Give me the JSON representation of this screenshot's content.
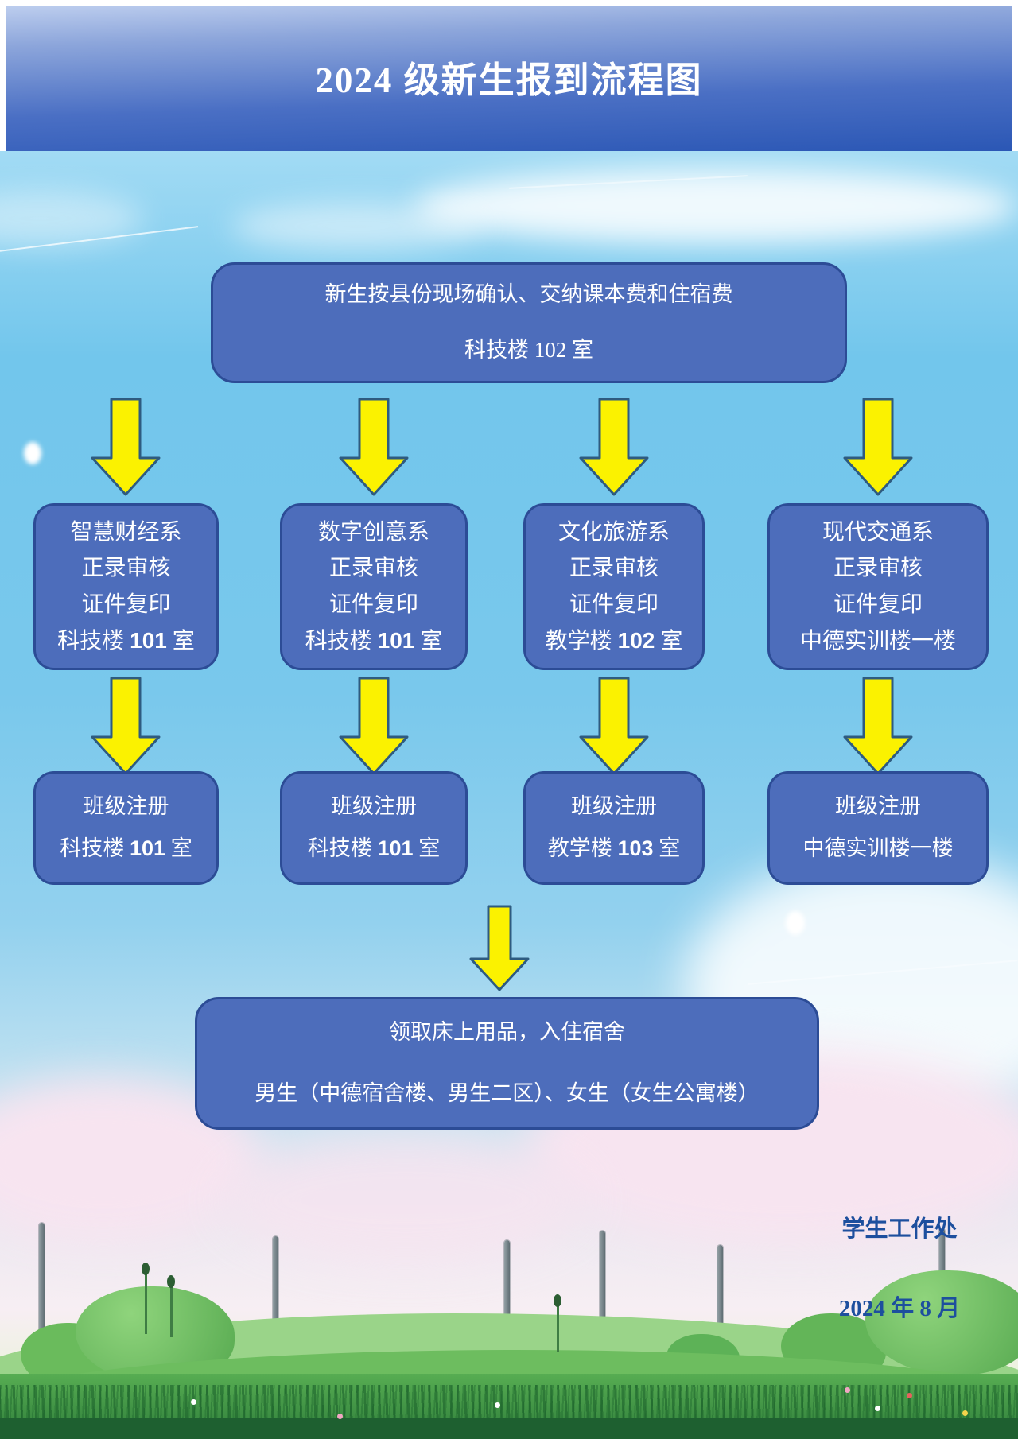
{
  "page": {
    "title": "2024 级新生报到流程图"
  },
  "flow": {
    "start": {
      "line1": "新生按县份现场确认、交纳课本费和住宿费",
      "line2": "科技楼 102 室"
    },
    "departments": [
      {
        "name": "智慧财经系",
        "step1": "正录审核",
        "step2": "证件复印",
        "loc": {
          "pre": "科技楼 ",
          "num": "101",
          "post": " 室"
        },
        "reg": {
          "title": "班级注册",
          "pre": "科技楼 ",
          "num": "101",
          "post": " 室"
        }
      },
      {
        "name": "数字创意系",
        "step1": "正录审核",
        "step2": "证件复印",
        "loc": {
          "pre": "科技楼 ",
          "num": "101",
          "post": " 室"
        },
        "reg": {
          "title": "班级注册",
          "pre": "科技楼 ",
          "num": "101",
          "post": " 室"
        }
      },
      {
        "name": "文化旅游系",
        "step1": "正录审核",
        "step2": "证件复印",
        "loc": {
          "pre": "教学楼 ",
          "num": "102",
          "post": " 室"
        },
        "reg": {
          "title": "班级注册",
          "pre": "教学楼 ",
          "num": "103",
          "post": " 室"
        }
      },
      {
        "name": "现代交通系",
        "step1": "正录审核",
        "step2": "证件复印",
        "loc": {
          "pre": "中德实训楼一楼",
          "num": "",
          "post": ""
        },
        "reg": {
          "title": "班级注册",
          "pre": "中德实训楼一楼",
          "num": "",
          "post": ""
        }
      }
    ],
    "end": {
      "line1": "领取床上用品，入住宿舍",
      "line2": "男生（中德宿舍楼、男生二区）、女生（女生公寓楼）"
    }
  },
  "footer": {
    "org": "学生工作处",
    "date": "2024 年 8 月"
  },
  "colors": {
    "box_fill": "#4d6dbb",
    "box_border": "#2c4c96",
    "arrow_fill": "#fbf200",
    "arrow_stroke": "#2e5b80",
    "banner_blue": "#2b57b5",
    "signature_blue": "#1d4f9e"
  }
}
